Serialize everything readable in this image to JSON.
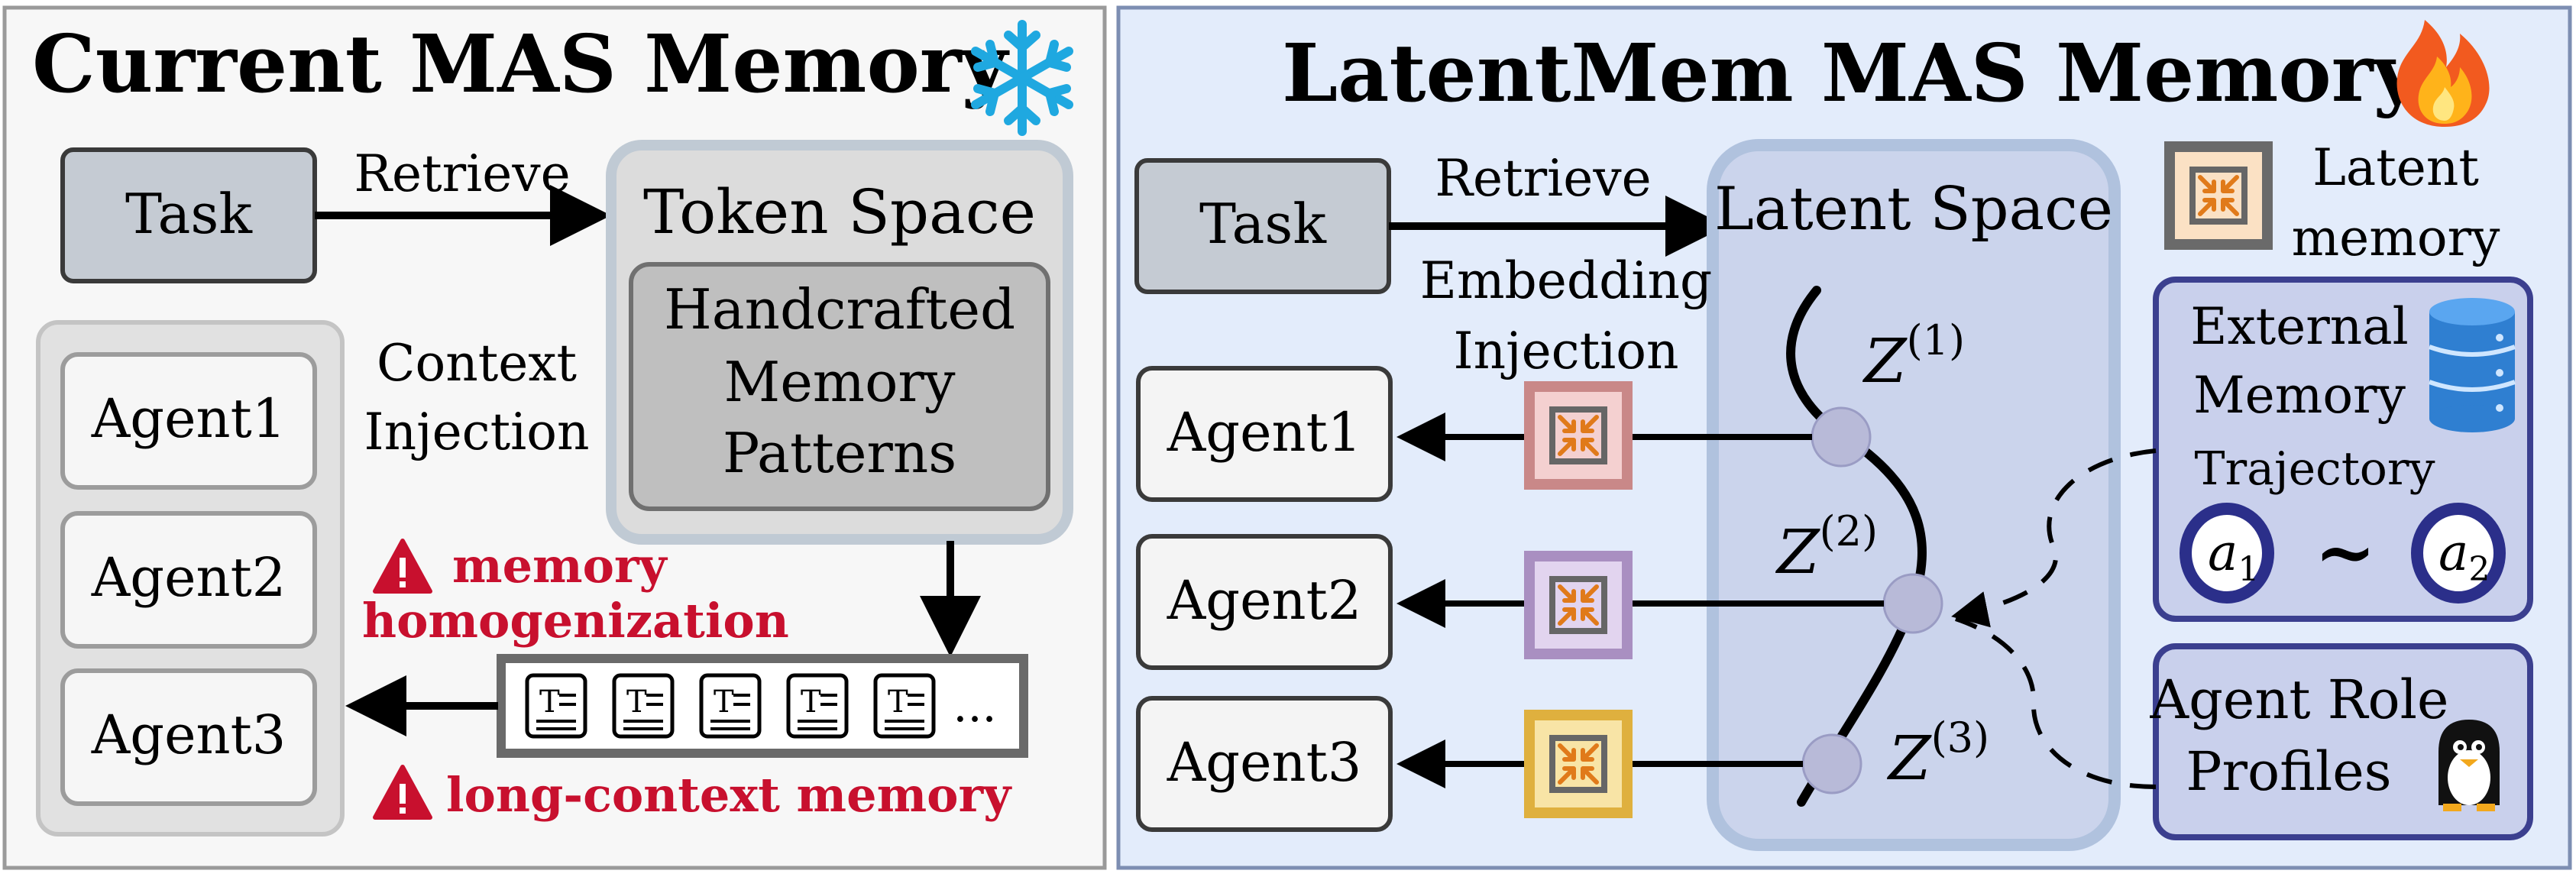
{
  "left_panel": {
    "title": "Current MAS Memory",
    "task": "Task",
    "retrieve": "Retrieve",
    "token_space": "Token Space",
    "handcrafted_lines": [
      "Handcrafted",
      "Memory",
      "Patterns"
    ],
    "context_injection_lines": [
      "Context",
      "Injection"
    ],
    "agents": [
      "Agent1",
      "Agent2",
      "Agent3"
    ],
    "warning_homog_lines": [
      "memory",
      "homogenization"
    ],
    "warning_long": "long-context memory",
    "ellipsis": "..."
  },
  "right_panel": {
    "title": "LatentMem MAS Memory",
    "task": "Task",
    "retrieve": "Retrieve",
    "latent_space": "Latent Space",
    "embedding_injection_lines": [
      "Embedding",
      "Injection"
    ],
    "agents": [
      "Agent1",
      "Agent2",
      "Agent3"
    ],
    "latent_memory_lines": [
      "Latent",
      "memory"
    ],
    "external_memory_lines": [
      "External",
      "Memory"
    ],
    "trajectory": "Trajectory",
    "a1": "a",
    "a1_sub": "1",
    "a2": "a",
    "a2_sub": "2",
    "tilde": "~",
    "agent_role_lines": [
      "Agent Role",
      "Profiles"
    ],
    "z1": "Z",
    "z1_sup": "(1)",
    "z2": "Z",
    "z2_sup": "(2)",
    "z3": "Z",
    "z3_sup": "(3)"
  },
  "colors": {
    "left_bg": "#f7f7f7",
    "right_bg": "#e3ecfb",
    "token_bg": "#dcdcdc",
    "latent_bg": "#cbd4ec",
    "navy": "#3b3f8f",
    "warning": "#c8102e",
    "agent1_box": "#c98888",
    "agent2_box": "#a98fc1",
    "agent3_box": "#dfb03e"
  }
}
